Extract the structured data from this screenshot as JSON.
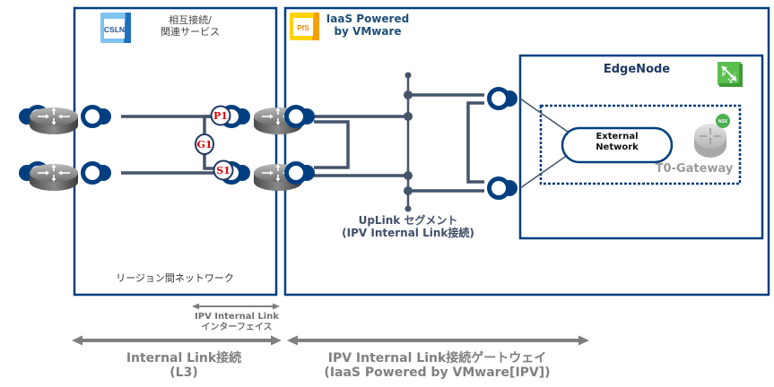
{
  "zones": {
    "cs": {
      "icon_text": "CSLN",
      "title_line1": "相互接続/",
      "title_line2": "関連サービス",
      "bottom_label": "リージョン間ネットワーク"
    },
    "iaas": {
      "icon_text": "PfS",
      "title_line1": "IaaS Powered",
      "title_line2": "by VMware"
    },
    "edge": {
      "title": "EdgeNode",
      "external_network_line1": "External",
      "external_network_line2": "Network",
      "gateway_label": "T0-Gateway",
      "nsx_badge": "NSX",
      "pv_icon_p": "P",
      "pv_icon_v": "V"
    }
  },
  "badges": {
    "p1": "P1",
    "g1": "G1",
    "s1": "S1"
  },
  "uplink": {
    "line1": "UpLink セグメント",
    "line2": "(IPV Internal Link接続)"
  },
  "spans": {
    "interface_line1": "IPV Internal Link",
    "interface_line2": "インターフェイス",
    "internal_link_line1": "Internal Link接続",
    "internal_link_line2": "(L3)",
    "gateway_line1": "IPV Internal Link接続ゲートウェイ",
    "gateway_line2": "(IaaS Powered by VMware[IPV])"
  },
  "colors": {
    "frame": "#003f7f",
    "link": "#44546a",
    "badge_text": "#e00000",
    "nsx_green": "#4caf50",
    "arrow_gray": "#7f7f7f"
  }
}
